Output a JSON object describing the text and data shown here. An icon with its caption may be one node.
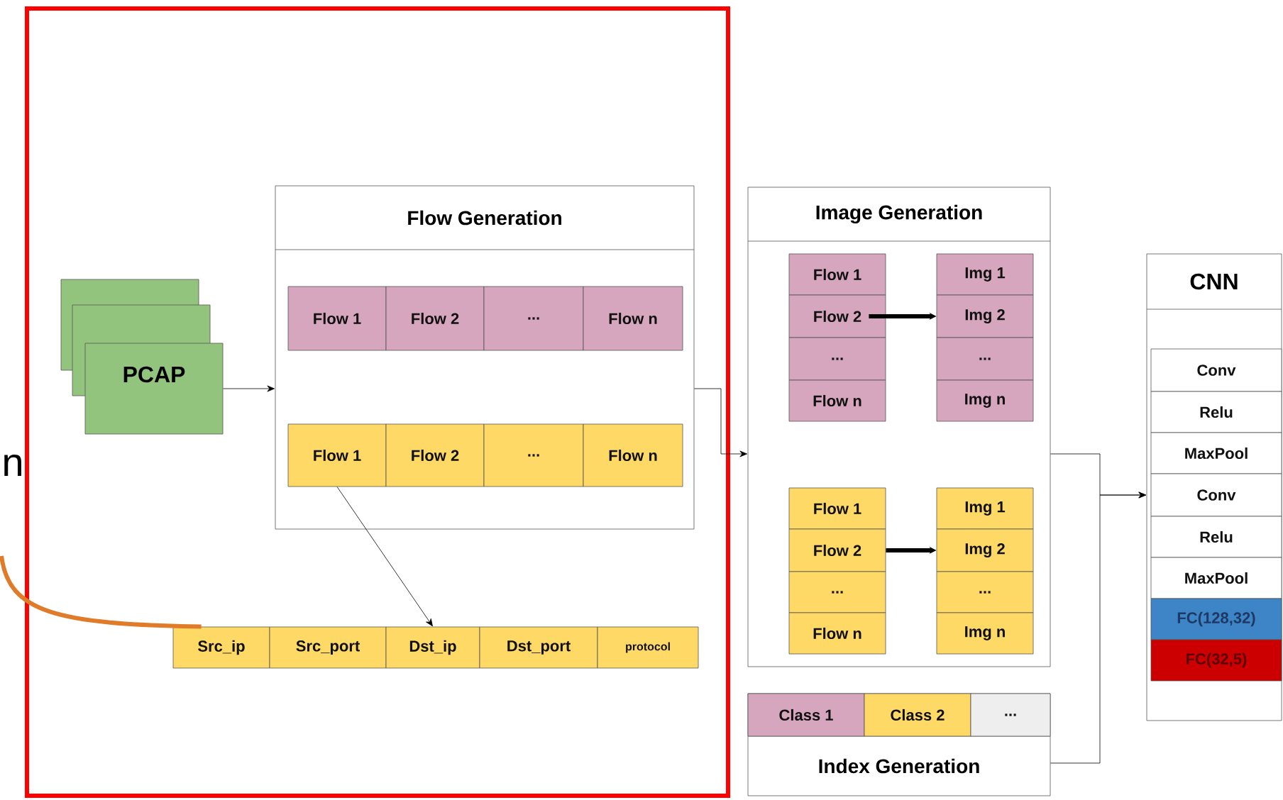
{
  "diagram": {
    "nodes": [
      {
        "text": [
          "PCAP"
        ]
      },
      {
        "text": [
          "Flow Generation"
        ]
      },
      {
        "text": [
          "Flow 1"
        ],
        "in": 1
      },
      {
        "text": [
          "Flow 2"
        ],
        "in": 1
      },
      {
        "text": [
          "..."
        ],
        "in": 1
      },
      {
        "text": [
          "Flow n"
        ],
        "in": 1
      },
      {
        "text": [
          "Flow 1"
        ],
        "in": 1
      },
      {
        "text": [
          "Flow 2"
        ],
        "in": 1
      },
      {
        "text": [
          "..."
        ],
        "in": 1
      },
      {
        "text": [
          "Flow n"
        ],
        "in": 1
      },
      {
        "text": [
          "Src_ip"
        ]
      },
      {
        "text": [
          "Src_port"
        ]
      },
      {
        "text": [
          "Dst_ip"
        ]
      },
      {
        "text": [
          "Dst_port"
        ]
      },
      {
        "text": [
          "protocol"
        ]
      },
      {
        "text": [
          "Image Generation"
        ]
      },
      {
        "text": [
          "Flow 1"
        ],
        "in": 15
      },
      {
        "text": [
          "Flow 2"
        ],
        "in": 15
      },
      {
        "text": [
          "..."
        ],
        "in": 15
      },
      {
        "text": [
          "Flow n"
        ],
        "in": 15
      },
      {
        "text": [
          "Img 1"
        ],
        "in": 15
      },
      {
        "text": [
          "Img 2"
        ],
        "in": 15
      },
      {
        "text": [
          "..."
        ],
        "in": 15
      },
      {
        "text": [
          "Img n"
        ],
        "in": 15
      },
      {
        "text": [
          "Flow 1"
        ],
        "in": 15
      },
      {
        "text": [
          "Flow 2"
        ],
        "in": 15
      },
      {
        "text": [
          "..."
        ],
        "in": 15
      },
      {
        "text": [
          "Flow n"
        ],
        "in": 15
      },
      {
        "text": [
          "Img 1"
        ],
        "in": 15
      },
      {
        "text": [
          "Img 2"
        ],
        "in": 15
      },
      {
        "text": [
          "..."
        ],
        "in": 15
      },
      {
        "text": [
          "Img n"
        ],
        "in": 15
      },
      {
        "text": [
          "Index Generation"
        ]
      },
      {
        "text": [
          "Class 1"
        ],
        "in": 32
      },
      {
        "text": [
          "Class 2"
        ],
        "in": 32
      },
      {
        "text": [
          "..."
        ],
        "in": 32
      },
      {
        "text": [
          "CNN"
        ]
      },
      {
        "text": [
          "Conv"
        ],
        "in": 36
      },
      {
        "text": [
          "Relu"
        ],
        "in": 36
      },
      {
        "text": [
          "MaxPool"
        ],
        "in": 36
      },
      {
        "text": [
          "Conv"
        ],
        "in": 36
      },
      {
        "text": [
          "Relu"
        ],
        "in": 36
      },
      {
        "text": [
          "MaxPool"
        ],
        "in": 36
      },
      {
        "text": [
          "FC(128,32)"
        ],
        "in": 36
      },
      {
        "text": [
          "FC(32,5)"
        ],
        "in": 36
      }
    ],
    "edges": [
      {
        "from": 0,
        "to": 1,
        "arrow": "to"
      },
      {
        "from": 6,
        "to": 12,
        "arrow": "to"
      },
      {
        "from": 1,
        "to": 15,
        "arrow": "to"
      },
      {
        "from": 17,
        "to": 21,
        "arrow": "to",
        "style": "thick"
      },
      {
        "from": 25,
        "to": 29,
        "arrow": "to",
        "style": "thick"
      },
      {
        "from": 15,
        "to": 36,
        "arrow": "to"
      },
      {
        "from": 32,
        "to": 36,
        "arrow": "to"
      },
      {
        "from": null,
        "to": 10,
        "arrow": "none",
        "style": "thick",
        "color": "#e07b2a"
      }
    ],
    "labels": [
      "n"
    ]
  }
}
